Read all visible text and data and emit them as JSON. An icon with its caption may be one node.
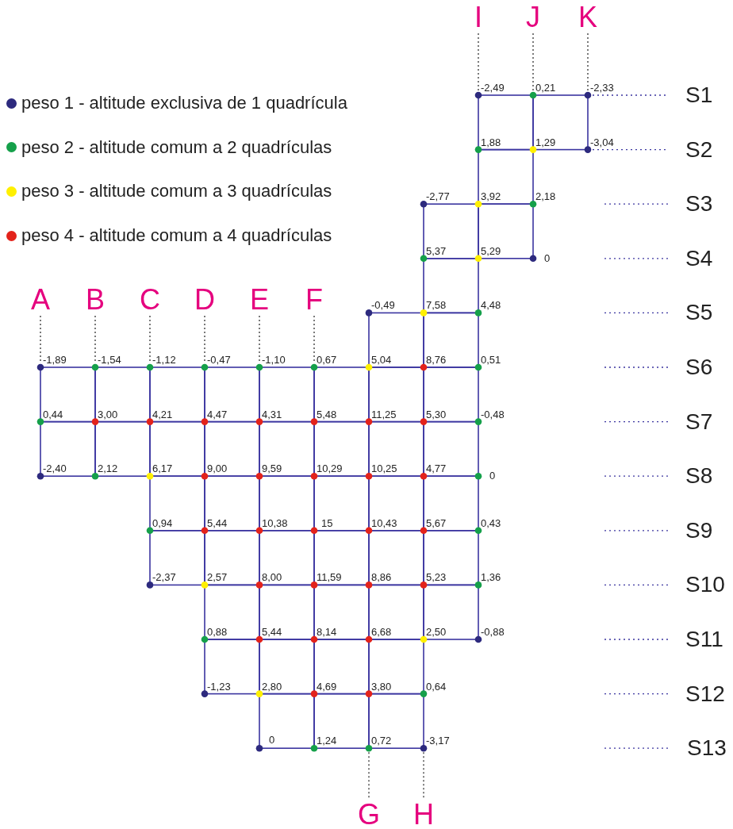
{
  "diagram": {
    "labels": [
      "I",
      "J",
      "K",
      "-2,49",
      "0,21",
      "-2,33",
      "S1",
      "1,88",
      "1,29",
      "-3,04",
      "S2",
      "-2,77",
      "3,92",
      "2,18",
      "S3",
      "5,37",
      "5,29",
      "0",
      "S4",
      "A",
      "B",
      "C",
      "D",
      "E",
      "F",
      "-0,49",
      "7,58",
      "4,48",
      "S5",
      "-1,89",
      "-1,54",
      "-1,12",
      "-0,47",
      "-1,10",
      "0,67",
      "5,04",
      "8,76",
      "0,51",
      "S6",
      "0,44",
      "3,00",
      "4,21",
      "4,47",
      "4,31",
      "5,48",
      "11,25",
      "5,30",
      "-0,48",
      "S7",
      "-2,40",
      "2,12",
      "6,17",
      "9,00",
      "9,59",
      "10,29",
      "10,25",
      "4,77",
      "0",
      "S8",
      "0,94",
      "5,44",
      "10,38",
      "15",
      "10,43",
      "5,67",
      "0,43",
      "S9",
      "-2,37",
      "2,57",
      "8,00",
      "11,59",
      "8,86",
      "5,23",
      "1,36",
      "S10",
      "0,88",
      "5,44",
      "8,14",
      "6,68",
      "2,50",
      "-0,88",
      "S11",
      "-1,23",
      "2,80",
      "4,69",
      "3,80",
      "0,64",
      "S12",
      "0",
      "1,24",
      "0,72",
      "-3,17",
      "S13",
      "G",
      "H"
    ],
    "legend": [
      {
        "text": "peso 1 - altitude exclusiva de 1 quadrícula",
        "color": "#2d2a7e"
      },
      {
        "text": "peso 2 - altitude comum a 2 quadrículas",
        "color": "#15a04a"
      },
      {
        "text": "peso 3 - altitude comum a 3 quadrículas",
        "color": "#fff000"
      },
      {
        "text": "peso 4 - altitude comum a 4 quadrículas",
        "color": "#e3231b"
      }
    ]
  }
}
